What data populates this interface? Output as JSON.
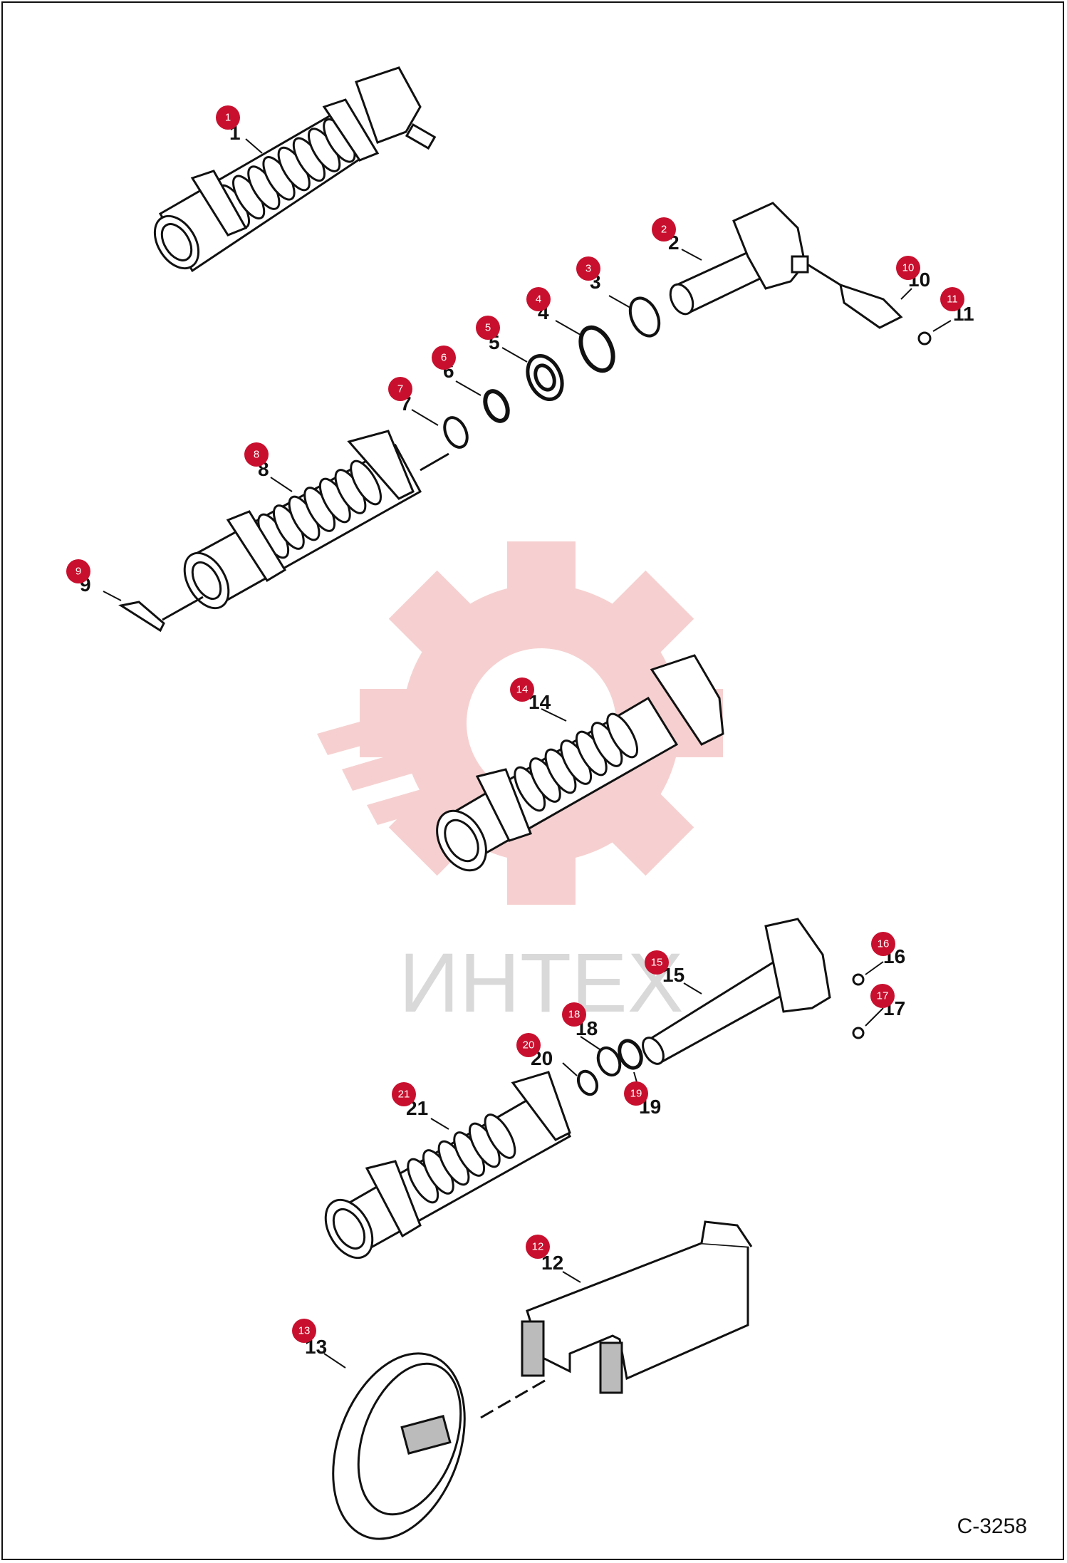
{
  "watermark": {
    "text": "ИНТЕХ",
    "color": "#f4c6c6"
  },
  "badge_color": "#c8102e",
  "drawing_code": "C-3258",
  "parts": [
    {
      "id": "1",
      "label": "1"
    },
    {
      "id": "2",
      "label": "2"
    },
    {
      "id": "3",
      "label": "3"
    },
    {
      "id": "4",
      "label": "4"
    },
    {
      "id": "5",
      "label": "5"
    },
    {
      "id": "6",
      "label": "6"
    },
    {
      "id": "7",
      "label": "7"
    },
    {
      "id": "8",
      "label": "8"
    },
    {
      "id": "9",
      "label": "9"
    },
    {
      "id": "10",
      "label": "10"
    },
    {
      "id": "11",
      "label": "11"
    },
    {
      "id": "12",
      "label": "12"
    },
    {
      "id": "13",
      "label": "13"
    },
    {
      "id": "14",
      "label": "14"
    },
    {
      "id": "15",
      "label": "15"
    },
    {
      "id": "16",
      "label": "16"
    },
    {
      "id": "17",
      "label": "17"
    },
    {
      "id": "18",
      "label": "18"
    },
    {
      "id": "19",
      "label": "19"
    },
    {
      "id": "20",
      "label": "20"
    },
    {
      "id": "21",
      "label": "21"
    }
  ]
}
